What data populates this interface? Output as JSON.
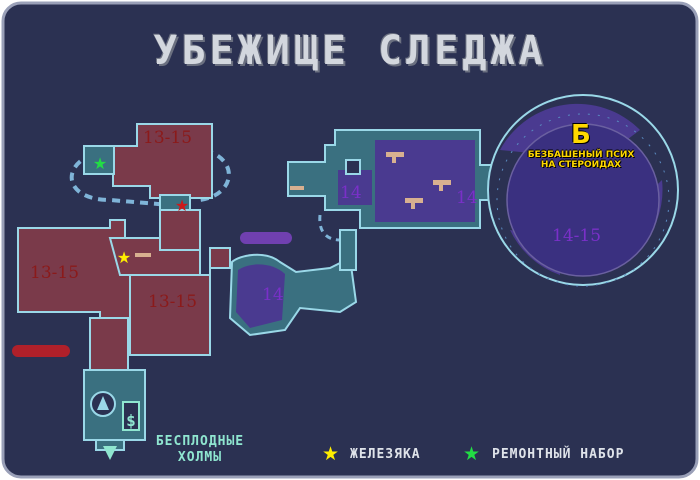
{
  "title": "УБЕЖИЩЕ СЛЕДЖА",
  "colors": {
    "background": "#2b3152",
    "border": "#9aa0b8",
    "red_zone": "#7a3a4a",
    "purple_zone": "#4a3a90",
    "walls": "#9ad8e8",
    "teal_rooms": "#3a7080",
    "boss_arena": "#3a3080",
    "label_red": "#8b1a1a",
    "label_purple": "#7a30c8",
    "boss_label": "#ffd800",
    "exit_label": "#8fe6d0",
    "star_yellow": "#ffee00",
    "star_green": "#22dd44",
    "star_red": "#cc1a1a"
  },
  "zones": [
    {
      "id": "north-room",
      "level": "13-15",
      "tone": "red"
    },
    {
      "id": "west-hall",
      "level": "13-15",
      "tone": "red"
    },
    {
      "id": "central-room",
      "level": "13-15",
      "tone": "red"
    },
    {
      "id": "middle-cave",
      "level": "14",
      "tone": "purple"
    },
    {
      "id": "north-east-complex-a",
      "level": "14",
      "tone": "purple"
    },
    {
      "id": "north-east-complex-b",
      "level": "14",
      "tone": "purple"
    },
    {
      "id": "boss-arena",
      "level": "14-15",
      "tone": "purple"
    }
  ],
  "boss": {
    "marker": "Б",
    "name_line1": "БЕЗБАШЕНЫЙ ПСИХ",
    "name_line2": "НА СТЕРОИДАХ"
  },
  "exit": {
    "line1": "БЕСПЛОДНЫЕ",
    "line2": "ХОЛМЫ"
  },
  "legend": [
    {
      "symbol": "★",
      "color": "#ffee00",
      "label": "ЖЕЛЕЗЯКА"
    },
    {
      "symbol": "★",
      "color": "#22dd44",
      "label": "РЕМОНТНЫЙ НАБОР"
    }
  ],
  "icons": [
    "fast-travel-icon",
    "vending-machine-icon",
    "exit-arrow-icon",
    "weapon-chest-icon",
    "red-star-marker"
  ]
}
